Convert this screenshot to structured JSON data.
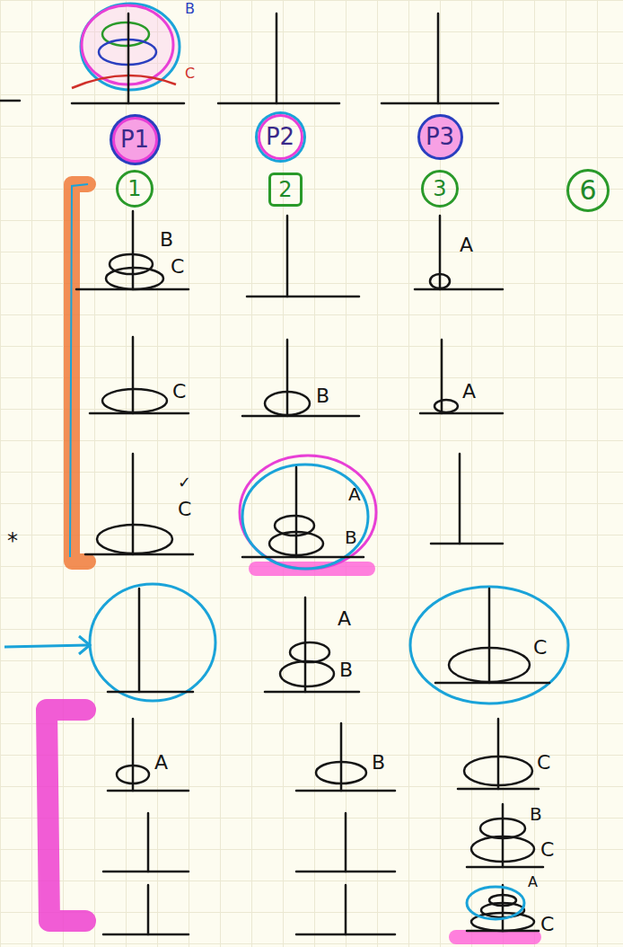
{
  "diagram": {
    "nodes": [
      {
        "text": [
          "P1"
        ]
      },
      {
        "text": [
          "P2"
        ]
      },
      {
        "text": [
          "P3"
        ]
      },
      {
        "text": [
          "1"
        ]
      },
      {
        "text": [
          "2"
        ]
      },
      {
        "text": [
          "3"
        ]
      },
      {
        "text": [
          "6"
        ]
      }
    ],
    "labels": [
      "B",
      "C",
      "B",
      "C",
      "A",
      "C",
      "B",
      "A",
      "✓",
      "C",
      "A",
      "B",
      "*",
      "A",
      "B",
      "C",
      "A",
      "B",
      "C",
      "B",
      "C",
      "A",
      "C"
    ]
  }
}
